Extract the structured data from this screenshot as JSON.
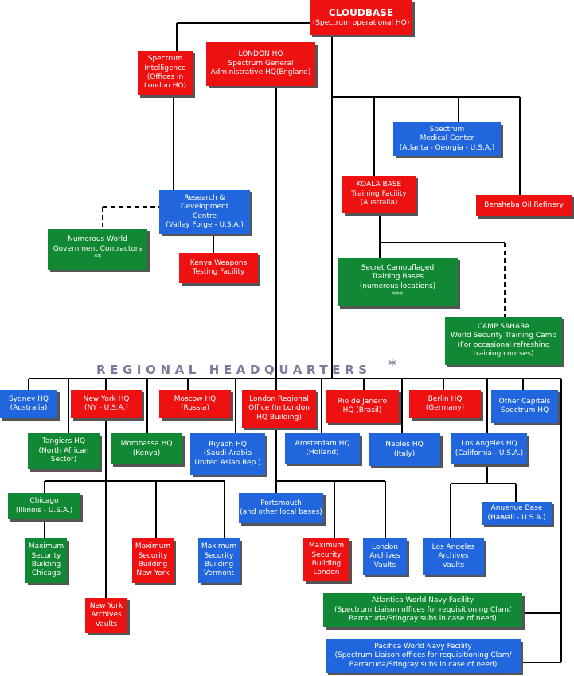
{
  "regional_headquarters": {
    "label": "REGIONAL HEADQUARTERS",
    "mark": "*"
  },
  "nodes": {
    "cloudbase": {
      "title": "CLOUDBASE",
      "lines": [
        "(Spectrum operational HQ)"
      ],
      "color": "#ee1111"
    },
    "spectrum_intelligence": {
      "lines": [
        "Spectrum",
        "Intelligence",
        "(Offices in",
        "London HQ)"
      ],
      "color": "#ee1111"
    },
    "london_hq": {
      "lines": [
        "LONDON HQ",
        "Spectrum General",
        "Administrative HQ(England)"
      ],
      "color": "#ee1111"
    },
    "medical_center": {
      "lines": [
        "Spectrum",
        "Medical Center",
        "(Atlanta -  Georgia - U.S.A.)"
      ],
      "color": "#2266dd"
    },
    "koala_base": {
      "lines": [
        "KOALA BASE",
        "Training Facility",
        "(Australia)"
      ],
      "color": "#ee1111"
    },
    "bensheba": {
      "lines": [
        "Bensheba Oil Refinery"
      ],
      "color": "#ee1111"
    },
    "research_dev": {
      "lines": [
        "Research &",
        "Development",
        "Centre",
        "(Valley Forge - U.S.A.)"
      ],
      "color": "#2266dd"
    },
    "gov_contractors": {
      "lines": [
        "Numerous World",
        "Government Contractors",
        "**"
      ],
      "color": "#118833"
    },
    "kenya_weapons": {
      "lines": [
        "Kenya Weapons",
        "Testing Facility"
      ],
      "color": "#ee1111"
    },
    "camouflaged_bases": {
      "lines": [
        "Secret Camouflaged",
        "Training Bases",
        "(numerous locations)",
        "***"
      ],
      "color": "#118833"
    },
    "camp_sahara": {
      "lines": [
        "CAMP SAHARA",
        "World Security Training Camp",
        "(For occasional refreshing",
        "training courses)"
      ],
      "color": "#118833"
    },
    "sydney": {
      "lines": [
        "Sydney HQ",
        "(Australia)"
      ],
      "color": "#2266dd"
    },
    "new_york": {
      "lines": [
        "New York HQ",
        "(NY - U.S.A.)"
      ],
      "color": "#ee1111"
    },
    "moscow": {
      "lines": [
        "Moscow HQ",
        "(Russia)"
      ],
      "color": "#ee1111"
    },
    "london_regional": {
      "lines": [
        "London Regional",
        "Office (In London",
        "HQ Building)"
      ],
      "color": "#ee1111"
    },
    "rio": {
      "lines": [
        "Rio de Janeiro",
        "HQ (Brasil)"
      ],
      "color": "#ee1111"
    },
    "berlin": {
      "lines": [
        "Berlin HQ",
        "(Germany)"
      ],
      "color": "#ee1111"
    },
    "other_capitals": {
      "lines": [
        "Other Capitals",
        "Spectrum HQ"
      ],
      "color": "#2266dd"
    },
    "tangiers": {
      "lines": [
        "Tangiers HQ",
        "(North African",
        "Sector)"
      ],
      "color": "#118833"
    },
    "mombassa": {
      "lines": [
        "Mombassa HQ",
        "(Kenya)"
      ],
      "color": "#118833"
    },
    "riyadh": {
      "lines": [
        "Riyadh HQ",
        "(Saudi Arabia",
        "United Asian Rep.)"
      ],
      "color": "#2266dd"
    },
    "amsterdam": {
      "lines": [
        "Amsterdam HQ",
        "(Holland)"
      ],
      "color": "#2266dd"
    },
    "naples": {
      "lines": [
        "Naples HQ",
        "(Italy)"
      ],
      "color": "#2266dd"
    },
    "los_angeles": {
      "lines": [
        "Los Angeles HQ",
        "(California - U.S.A.)"
      ],
      "color": "#2266dd"
    },
    "chicago": {
      "lines": [
        "Chicago",
        "(Illinois - U.S.A.)"
      ],
      "color": "#118833"
    },
    "portsmouth": {
      "lines": [
        "Portsmouth",
        "(and other local bases)"
      ],
      "color": "#2266dd"
    },
    "anuenue": {
      "lines": [
        "Anuenue Base",
        "(Hawaii - U.S.A.)"
      ],
      "color": "#2266dd"
    },
    "msb_chicago": {
      "lines": [
        "Maximum",
        "Security",
        "Building",
        "Chicago"
      ],
      "color": "#118833"
    },
    "msb_new_york": {
      "lines": [
        "Maximum",
        "Security",
        "Building",
        "New York"
      ],
      "color": "#ee1111"
    },
    "msb_vermont": {
      "lines": [
        "Maximum",
        "Security",
        "Building",
        "Vermont"
      ],
      "color": "#2266dd"
    },
    "msb_london": {
      "lines": [
        "Maximum",
        "Security",
        "Building",
        "London"
      ],
      "color": "#ee1111"
    },
    "london_archives": {
      "lines": [
        "London",
        "Archives",
        "Vaults"
      ],
      "color": "#2266dd"
    },
    "la_archives": {
      "lines": [
        "Los Angeles",
        "Archives",
        "Vaults"
      ],
      "color": "#2266dd"
    },
    "ny_archives": {
      "lines": [
        "New York",
        "Archives",
        "Vaults"
      ],
      "color": "#ee1111"
    },
    "atlantica": {
      "lines": [
        "Atlantica World Navy Facility",
        "(Spectrum Liaison offices for requisitioning Clam/",
        "Barracuda/Stingray subs in case of need)"
      ],
      "color": "#118833"
    },
    "pacifica": {
      "lines": [
        "Pacifica World Navy Facility",
        "(Spectrum Liaison offices for requisitioning Clam/",
        "Barracuda/Stingray subs in case of need)"
      ],
      "color": "#2266dd"
    }
  }
}
